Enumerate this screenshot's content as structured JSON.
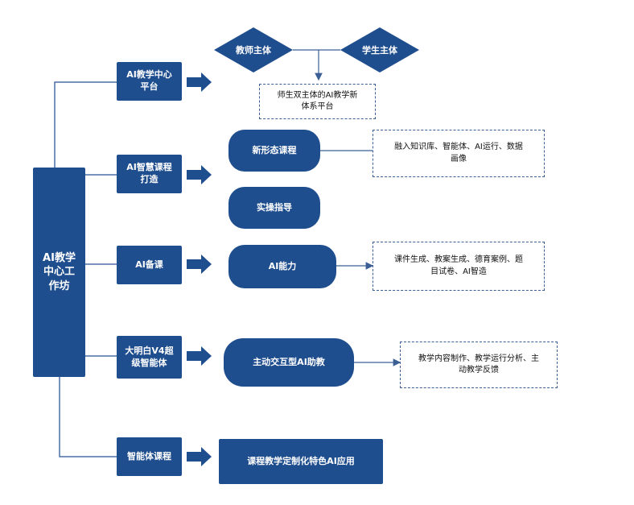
{
  "colors": {
    "primary": "#1f4e8f",
    "line": "#4a6fa5",
    "dashed_border": "#3b5f95"
  },
  "hub": {
    "label": "AI教学\n中心工\n作坊"
  },
  "categories": [
    {
      "label": "AI教学中心\n平台"
    },
    {
      "label": "AI智慧课程\n打造"
    },
    {
      "label": "AI备课"
    },
    {
      "label": "大明白V4超\n级智能体"
    },
    {
      "label": "智能体课程"
    }
  ],
  "diamonds": [
    {
      "label": "教师主体"
    },
    {
      "label": "学生主体"
    }
  ],
  "platform_box": {
    "label": "师生双主体的AI教学新\n体系平台"
  },
  "pills": [
    {
      "label": "新形态课程"
    },
    {
      "label": "实操指导"
    },
    {
      "label": "AI能力"
    },
    {
      "label": "主动交互型AI助教"
    }
  ],
  "details": [
    {
      "label": "融入知识库、智能体、AI运行、数据\n画像"
    },
    {
      "label": "课件生成、教案生成、德育案例、题\n目试卷、AI智造"
    },
    {
      "label": "教学内容制作、教学运行分析、主\n动教学反馈"
    }
  ],
  "app_box": {
    "label": "课程教学定制化特色AI应用"
  }
}
